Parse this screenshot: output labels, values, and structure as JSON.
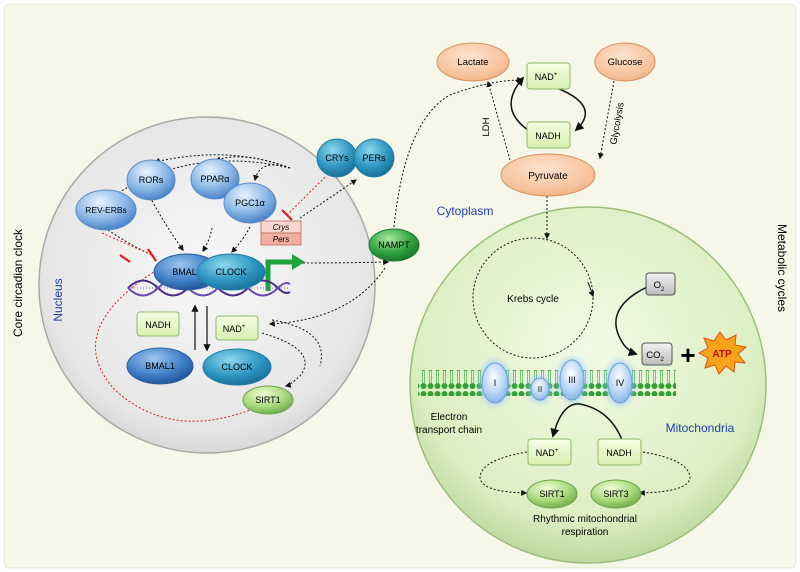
{
  "side_labels": {
    "left": "Core circadian clock",
    "right": "Metabolic cycles"
  },
  "regions": {
    "nucleus": "Nucleus",
    "cytoplasm": "Cytoplasm",
    "mitochondria": "Mitochondria"
  },
  "nucleus_nodes": {
    "rev_erbs": "REV-ERBs",
    "rors": "RORs",
    "ppara": "PPARα",
    "pgc1a": "PGC1α",
    "bmal1_top": "BMAL1",
    "clock_top": "CLOCK",
    "nadh": "NADH",
    "nad": "NAD",
    "nad_sup": "+",
    "bmal1_bottom": "BMAL1",
    "clock_bottom": "CLOCK",
    "sirt1": "SIRT1",
    "crys_gene": "Crys",
    "pers_gene": "Pers"
  },
  "cytoplasm_nodes": {
    "crys": "CRYs",
    "pers": "PERs",
    "nampt": "NAMPT",
    "lactate": "Lactate",
    "glucose": "Glucose",
    "nad": "NAD",
    "nad_sup": "+",
    "nadh": "NADH",
    "pyruvate": "Pyruvate",
    "ldh": "LDH",
    "glycolysis": "Glycolysis"
  },
  "mito_nodes": {
    "krebs": "Krebs cycle",
    "o2": "O",
    "o2_sub": "2",
    "co2": "CO",
    "co2_sub": "2",
    "plus": "+",
    "atp": "ATP",
    "complexes": [
      "I",
      "II",
      "III",
      "IV"
    ],
    "etc_line1": "Electron",
    "etc_line2": "transport chain",
    "nad": "NAD",
    "nad_sup": "+",
    "nadh": "NADH",
    "sirt1": "SIRT1",
    "sirt3": "SIRT3",
    "resp_line1": "Rhythmic mitochondrial",
    "resp_line2": "respiration"
  },
  "colors": {
    "background": "#f5f6e6",
    "nucleus_fill": "#e6e6e6",
    "mito_fill": "#e2f0cc",
    "blue_node": "#4f8fd0",
    "teal_node": "#2e8fb8",
    "green_node": "#2f9e3f",
    "light_green_box": "#e6f7c4",
    "peach_node": "#f5c39a",
    "arrow_green": "#1fa23a",
    "inhibit_red": "#e01f1f",
    "membrane_green": "#2e9a2e"
  }
}
